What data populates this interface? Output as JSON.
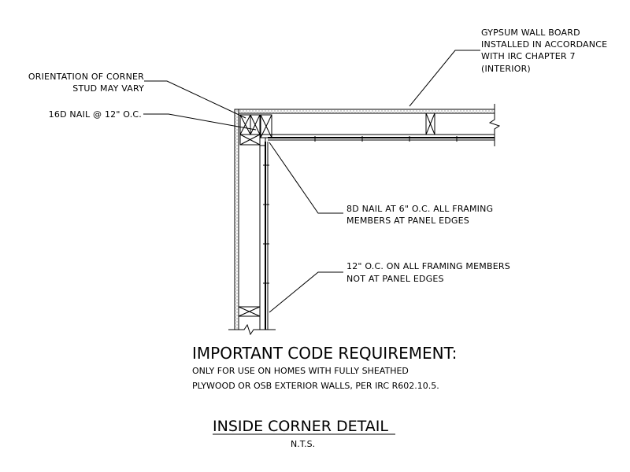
{
  "callouts": {
    "gypsum": [
      "GYPSUM WALL BOARD",
      "INSTALLED IN ACCORDANCE",
      "WITH IRC CHAPTER 7",
      "(INTERIOR)"
    ],
    "orientation": [
      "ORIENTATION OF CORNER",
      "STUD MAY VARY"
    ],
    "nail16d": "16D NAIL @ 12\" O.C.",
    "nail8d": [
      "8D NAIL AT 6\" O.C. ALL FRAMING",
      "MEMBERS AT PANEL EDGES"
    ],
    "nail12": [
      "12\" O.C. ON ALL FRAMING MEMBERS",
      "NOT AT PANEL EDGES"
    ]
  },
  "requirement": {
    "heading": "IMPORTANT CODE REQUIREMENT:",
    "line1": "ONLY FOR USE ON HOMES WITH FULLY SHEATHED",
    "line2": "PLYWOOD OR OSB EXTERIOR WALLS, PER IRC R602.10.5."
  },
  "title": {
    "name": "INSIDE CORNER DETAIL",
    "scale": "N.T.S."
  }
}
